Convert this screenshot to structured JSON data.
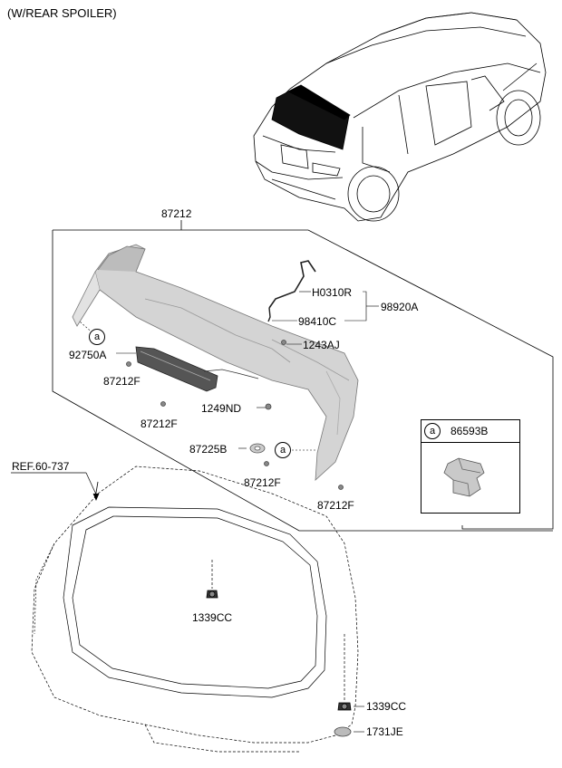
{
  "header": {
    "title": "(W/REAR SPOILER)"
  },
  "parts": {
    "p87212": "87212",
    "p92750A": "92750A",
    "p87212F_1": "87212F",
    "p87212F_2": "87212F",
    "p1249ND": "1249ND",
    "pH0310R": "H0310R",
    "p98410C": "98410C",
    "p98920A": "98920A",
    "p1243AJ": "1243AJ",
    "p87225B": "87225B",
    "p87212F_3": "87212F",
    "p87212F_4": "87212F",
    "p86593B": "86593B",
    "ref": "REF.60-737",
    "p1339CC_1": "1339CC",
    "p1339CC_2": "1339CC",
    "p1731JE": "1731JE"
  },
  "callouts": {
    "a1": "a",
    "a2": "a",
    "a3": "a"
  }
}
